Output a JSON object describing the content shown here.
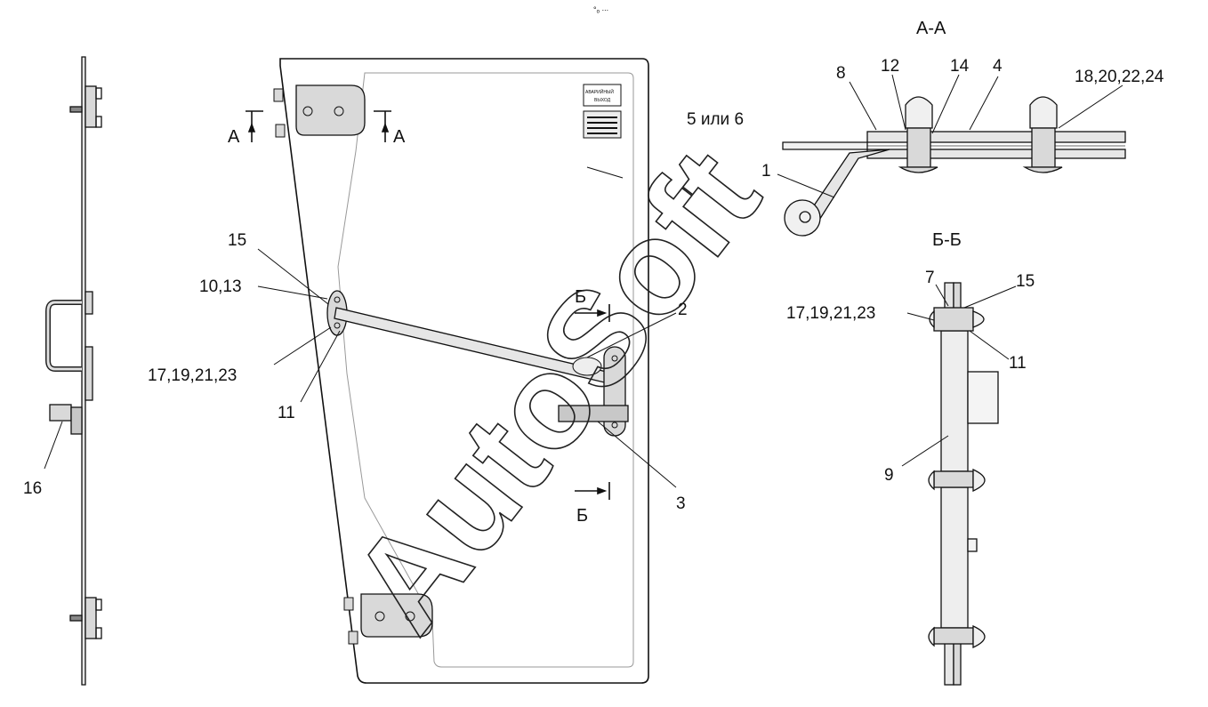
{
  "top_mark": "°ₒ ∙∙∙",
  "section_titles": {
    "aa": "А-А",
    "bb": "Б-Б"
  },
  "section_marks": {
    "a_left": "А",
    "a_right": "А",
    "b_top": "Б",
    "b_bottom": "Б"
  },
  "callouts": {
    "c16": "16",
    "c15": "15",
    "c10_13": "10,13",
    "c17_19_21_23": "17,19,21,23",
    "c11": "11",
    "c5or6": "5 или 6",
    "c2": "2",
    "c3": "3",
    "c8": "8",
    "c12": "12",
    "c14": "14",
    "c4": "4",
    "c18_20_22_24": "18,20,22,24",
    "c1": "1",
    "c7": "7",
    "c15b": "15",
    "c17b": "17,19,21,23",
    "c11b": "11",
    "c9": "9"
  },
  "door_label": {
    "line1": "АВАРИЙНЫЙ",
    "line2": "ВЫХОД"
  },
  "watermark": "AutoSoft",
  "colors": {
    "line": "#111111",
    "part_fill": "#d9d9d9",
    "background": "#ffffff"
  }
}
